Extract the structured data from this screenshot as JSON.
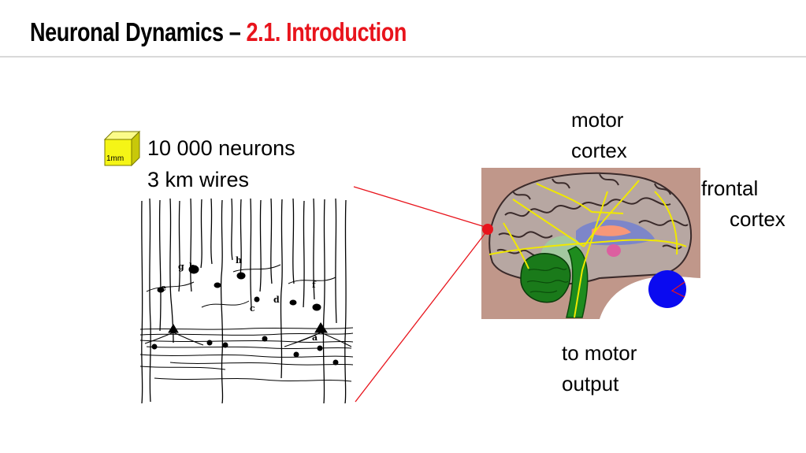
{
  "slide": {
    "title_main": "Neuronal Dynamics – ",
    "title_sub": "2.1. Introduction"
  },
  "stats": {
    "neurons": "10 000 neurons",
    "wires": "3 km wires"
  },
  "cube": {
    "label": "1mm",
    "color": "#f5f516"
  },
  "neuron_drawing": {
    "cell_labels": [
      "g",
      "b",
      "h",
      "e",
      "f",
      "d",
      "c",
      "a"
    ]
  },
  "brain_labels": {
    "motor_line1": "motor",
    "motor_line2": "cortex",
    "frontal_line1": "frontal",
    "frontal_line2": "cortex",
    "output_line1": "to motor",
    "output_line2": "output"
  },
  "colors": {
    "title_accent": "#e8141c",
    "pointer_line": "#e8141c",
    "marker_dot": "#e8141c",
    "blue_disc": "#0a0af0",
    "pathway": "#f0e800"
  }
}
